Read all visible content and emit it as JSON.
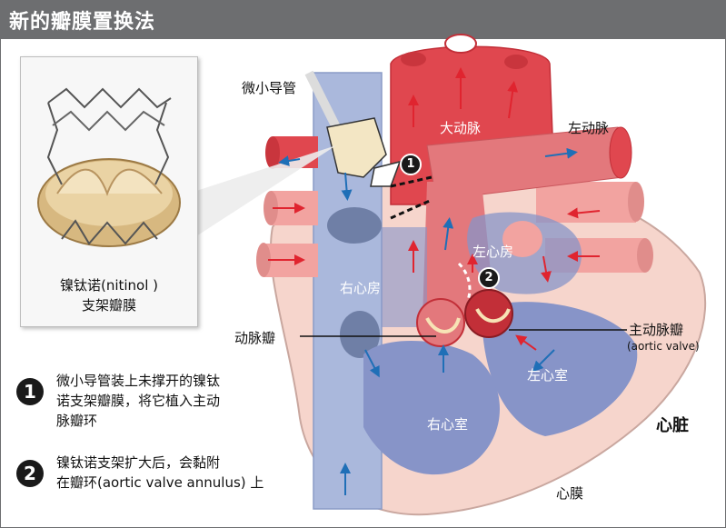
{
  "title": "新的瓣膜置换法",
  "inset": {
    "caption_line1": "镍钛诺(nitinol )",
    "caption_line2": "支架瓣膜"
  },
  "labels": {
    "catheter": "微小导管",
    "aorta": "大动脉",
    "left_artery": "左动脉",
    "left_atrium": "左心房",
    "right_atrium": "右心房",
    "arterial_valve": "动脉瓣",
    "aortic_valve": "主动脉瓣",
    "aortic_valve_en": "(aortic valve)",
    "left_ventricle": "左心室",
    "right_ventricle": "右心室",
    "heart": "心脏",
    "pericardium": "心膜"
  },
  "markers": {
    "one": "1",
    "two": "2"
  },
  "steps": [
    {
      "number": "1",
      "line1": "微小导管装上未撑开的镍钛",
      "line2": "诺支架瓣膜，将它植入主动",
      "line3": "脉瓣环"
    },
    {
      "number": "2",
      "line1": "镍钛诺支架扩大后，会黏附",
      "line2": "在瓣环(aortic valve annulus) 上"
    }
  ],
  "colors": {
    "header": "#6d6e70",
    "artery": "#e0474f",
    "vein": "#aab8dc",
    "heart_wall": "#f6d5cc",
    "chamber": "#8794c8"
  }
}
